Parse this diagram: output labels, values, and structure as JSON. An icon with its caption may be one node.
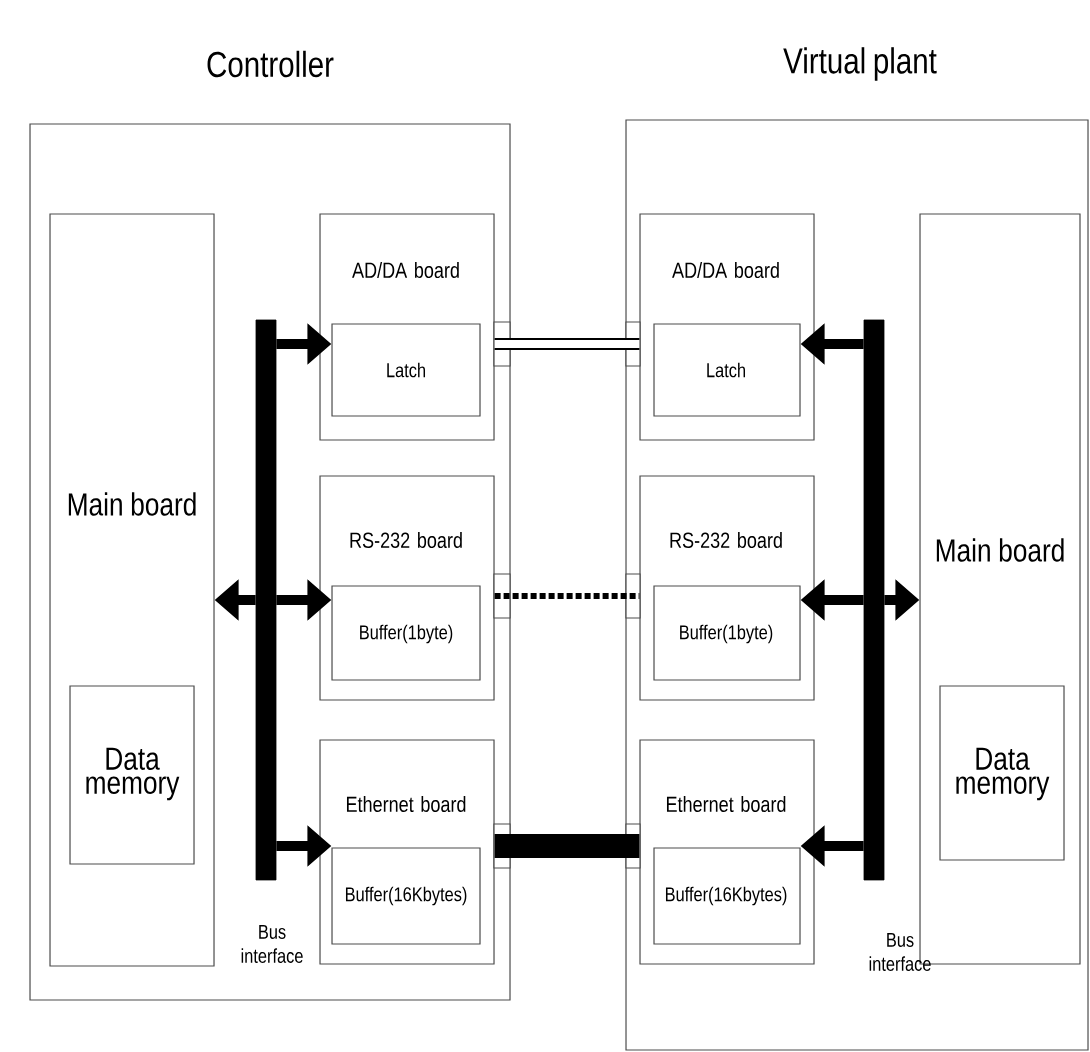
{
  "diagram": {
    "nodes": [
      {
        "text": [
          "Controller"
        ]
      },
      {
        "text": [
          "Main board"
        ],
        "in": 0
      },
      {
        "text": [
          "Data memory"
        ],
        "in": 1
      },
      {
        "text": [
          "AD/DA board"
        ],
        "in": 0
      },
      {
        "text": [
          "Latch"
        ],
        "in": 3
      },
      {
        "text": [
          "RS-232 board"
        ],
        "in": 0
      },
      {
        "text": [
          "Buffer(1byte)"
        ],
        "in": 5
      },
      {
        "text": [
          "Ethernet board"
        ],
        "in": 0
      },
      {
        "text": [
          "Buffer(16Kbytes)"
        ],
        "in": 7
      },
      {
        "text": [],
        "shape": "bar",
        "beside": [
          "Bus interface"
        ],
        "in": 0
      },
      {
        "text": [
          "Virtual plant"
        ]
      },
      {
        "text": [
          "AD/DA board"
        ],
        "in": 10
      },
      {
        "text": [
          "Latch"
        ],
        "in": 11
      },
      {
        "text": [
          "RS-232 board"
        ],
        "in": 10
      },
      {
        "text": [
          "Buffer(1byte)"
        ],
        "in": 13
      },
      {
        "text": [
          "Ethernet board"
        ],
        "in": 10
      },
      {
        "text": [
          "Buffer(16Kbytes)"
        ],
        "in": 15
      },
      {
        "text": [
          "Main board"
        ],
        "in": 10
      },
      {
        "text": [
          "Data memory"
        ],
        "in": 17
      },
      {
        "text": [],
        "shape": "bar",
        "beside": [
          "Bus interface"
        ],
        "in": 10
      }
    ],
    "edges": [
      {
        "from": 9,
        "to": 4,
        "arrow": "to"
      },
      {
        "from": 9,
        "to": 1,
        "arrow": "to"
      },
      {
        "from": 9,
        "to": 6,
        "arrow": "to"
      },
      {
        "from": 9,
        "to": 8,
        "arrow": "to"
      },
      {
        "from": 19,
        "to": 12,
        "arrow": "to"
      },
      {
        "from": 19,
        "to": 14,
        "arrow": "to"
      },
      {
        "from": 19,
        "to": 17,
        "arrow": "to"
      },
      {
        "from": 19,
        "to": 16,
        "arrow": "to"
      },
      {
        "from": 3,
        "to": 11,
        "arrow": "none"
      },
      {
        "from": 5,
        "to": 13,
        "arrow": "none",
        "style": "dashed"
      },
      {
        "from": 7,
        "to": 15,
        "arrow": "none",
        "style": "thick"
      }
    ]
  }
}
